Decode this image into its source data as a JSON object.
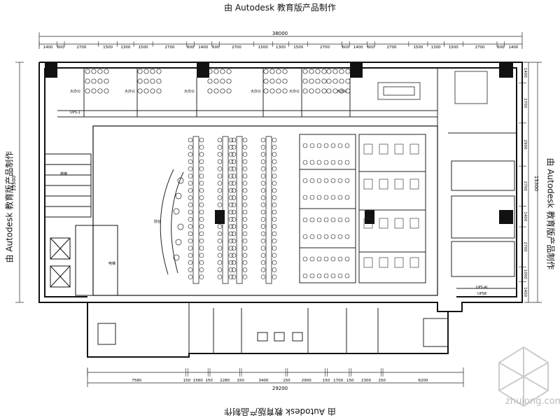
{
  "banner_text": "由 Autodesk 教育版产品制作",
  "dims": {
    "overall_top": "38000",
    "overall_bottom": "29200",
    "left_height": "15300",
    "right_height": "15300",
    "top_segments": [
      "1400",
      "600",
      "2700",
      "1500",
      "1300",
      "1500",
      "2700",
      "600",
      "1400",
      "600",
      "2700",
      "1500",
      "1300",
      "1500",
      "2700",
      "600",
      "1400",
      "600",
      "2700",
      "1500",
      "1300",
      "1500",
      "2700",
      "600",
      "1400"
    ],
    "bottom_segments": [
      "7580",
      "150",
      "1560",
      "150",
      "2280",
      "150",
      "3400",
      "150",
      "2900",
      "150",
      "1700",
      "150",
      "2300",
      "150",
      "6200"
    ],
    "right_segments": [
      "1400",
      "2700",
      "2900",
      "2700",
      "1400",
      "2700",
      "1000",
      "1400"
    ]
  },
  "room_labels": {
    "office": "大办公",
    "elevator": "电梯",
    "stair": "楼梯",
    "reception": "前台",
    "ups1": "UPS-1",
    "ups_al": "UPS-AL",
    "ups_num": "UPS8"
  },
  "watermark_text": "zhulong.com"
}
